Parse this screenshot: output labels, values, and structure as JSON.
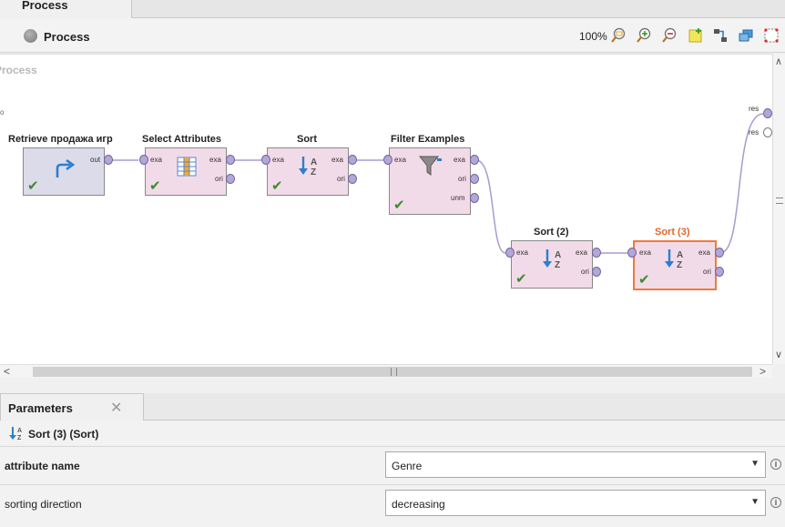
{
  "tabs": {
    "process": "Process"
  },
  "header": {
    "title": "Process",
    "zoom": "100%"
  },
  "canvas": {
    "label": "Process"
  },
  "operators": [
    {
      "title": "Retrieve продажа игр",
      "ports_in": [],
      "ports_out": [
        "out"
      ]
    },
    {
      "title": "Select Attributes",
      "ports_in": [
        "exa"
      ],
      "ports_out": [
        "exa",
        "ori"
      ]
    },
    {
      "title": "Sort",
      "ports_in": [
        "exa"
      ],
      "ports_out": [
        "exa",
        "ori"
      ]
    },
    {
      "title": "Filter Examples",
      "ports_in": [
        "exa"
      ],
      "ports_out": [
        "exa",
        "ori",
        "unm"
      ]
    },
    {
      "title": "Sort (2)",
      "ports_in": [
        "exa"
      ],
      "ports_out": [
        "exa",
        "ori"
      ]
    },
    {
      "title": "Sort (3)",
      "ports_in": [
        "exa"
      ],
      "ports_out": [
        "exa",
        "ori"
      ]
    }
  ],
  "result_ports": [
    "res",
    "res"
  ],
  "parameters": {
    "tab_label": "Parameters",
    "operator_title": "Sort (3) (Sort)",
    "rows": [
      {
        "name": "attribute name",
        "value": "Genre"
      },
      {
        "name": "sorting direction",
        "value": "decreasing"
      }
    ]
  },
  "colors": {
    "operator_fill": "#f2dbe8",
    "retrieve_fill": "#dcdbea",
    "selected_border": "#f07a3a",
    "wire": "#a89ad0",
    "check": "#3d8a2e"
  },
  "icons": [
    "zoom-fit-icon",
    "zoom-in-icon",
    "zoom-out-icon",
    "add-note-icon",
    "auto-wire-icon",
    "arrange-icon",
    "fit-grid-icon"
  ]
}
